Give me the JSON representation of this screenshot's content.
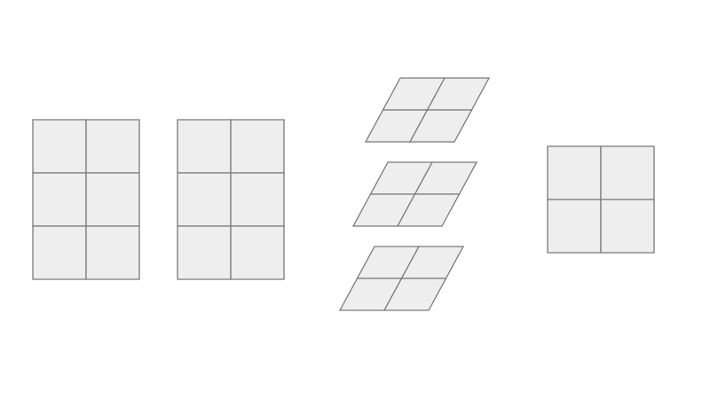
{
  "diagram": {
    "figures": [
      {
        "id": "grid-a",
        "kind": "rectangle-grid",
        "rows": 3,
        "cols": 2
      },
      {
        "id": "grid-b",
        "kind": "rectangle-grid",
        "rows": 3,
        "cols": 2
      },
      {
        "id": "slanted-1",
        "kind": "parallelogram-grid",
        "rows": 2,
        "cols": 2
      },
      {
        "id": "slanted-2",
        "kind": "parallelogram-grid",
        "rows": 2,
        "cols": 2
      },
      {
        "id": "slanted-3",
        "kind": "parallelogram-grid",
        "rows": 2,
        "cols": 2
      },
      {
        "id": "square-grid",
        "kind": "rectangle-grid",
        "rows": 2,
        "cols": 2
      }
    ],
    "colors": {
      "fill": "#eeeeee",
      "stroke": "#7a7a7a",
      "background": "#ffffff"
    }
  }
}
